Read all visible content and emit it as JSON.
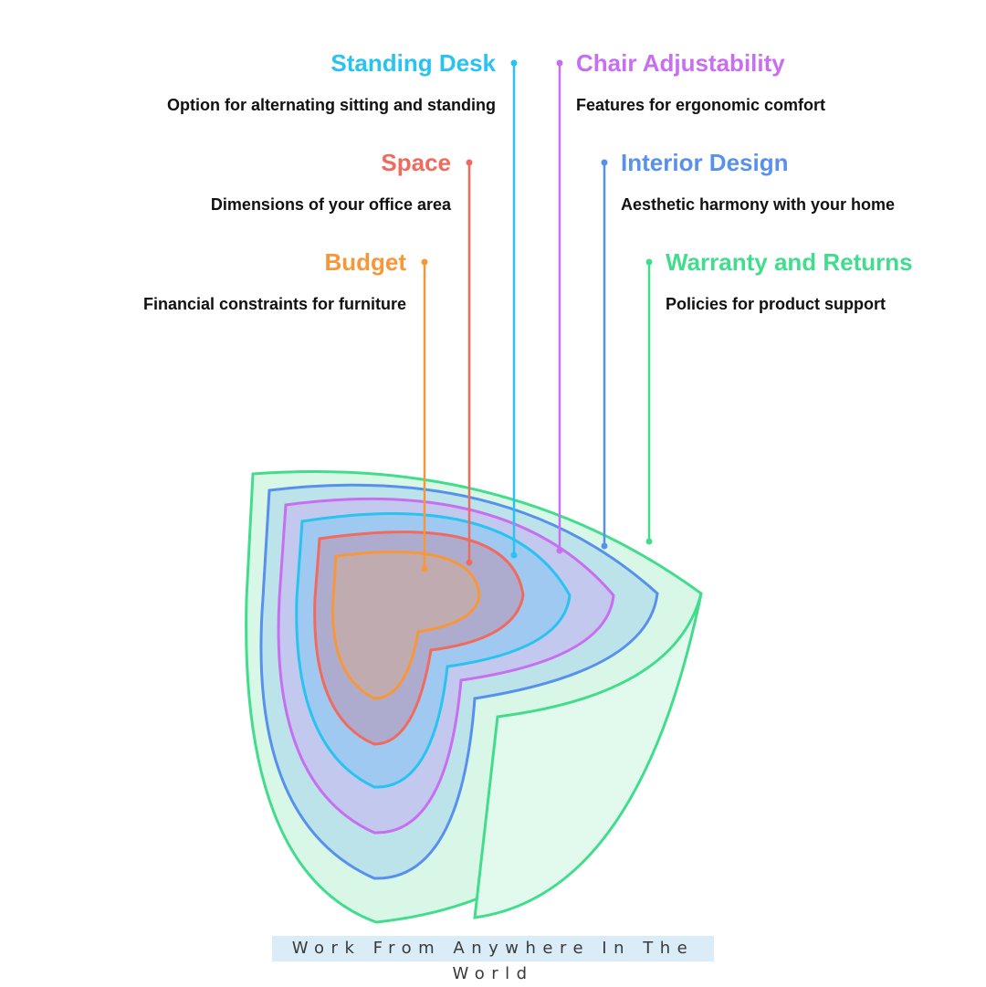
{
  "layers": [
    {
      "key": "budget",
      "title": "Budget",
      "description": "Financial constraints for furniture",
      "color": "#f7973a"
    },
    {
      "key": "space",
      "title": "Space",
      "description": "Dimensions of your office area",
      "color": "#f06a5e"
    },
    {
      "key": "standing_desk",
      "title": "Standing Desk",
      "description": "Option for alternating sitting and standing",
      "color": "#28c3f0"
    },
    {
      "key": "chair_adjustability",
      "title": "Chair Adjustability",
      "description": "Features for ergonomic comfort",
      "color": "#c86ef0"
    },
    {
      "key": "interior_design",
      "title": "Interior Design",
      "description": "Aesthetic harmony with your home",
      "color": "#5890ee"
    },
    {
      "key": "warranty_returns",
      "title": "Warranty and Returns",
      "description": "Policies for product support",
      "color": "#42dd8c"
    }
  ],
  "footer": {
    "text": "Work From Anywhere In The World",
    "background": "#d9ecf8"
  }
}
